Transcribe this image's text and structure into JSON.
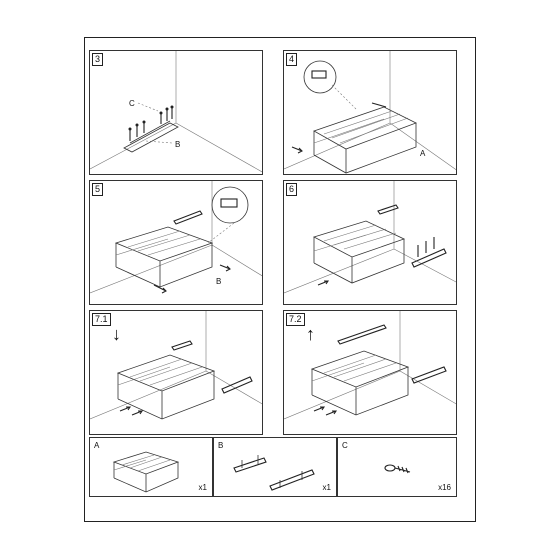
{
  "steps": [
    {
      "label": "3",
      "callouts": [
        "C",
        "B"
      ]
    },
    {
      "label": "4",
      "callouts": [
        "A"
      ]
    },
    {
      "label": "5",
      "callouts": [
        "B"
      ]
    },
    {
      "label": "6",
      "callouts": []
    },
    {
      "label": "7.1",
      "arrow": "↓"
    },
    {
      "label": "7.2",
      "arrow": "↑"
    }
  ],
  "parts": [
    {
      "label": "A",
      "qty": "x1"
    },
    {
      "label": "B",
      "qty": "x1"
    },
    {
      "label": "C",
      "qty": "x16"
    }
  ]
}
